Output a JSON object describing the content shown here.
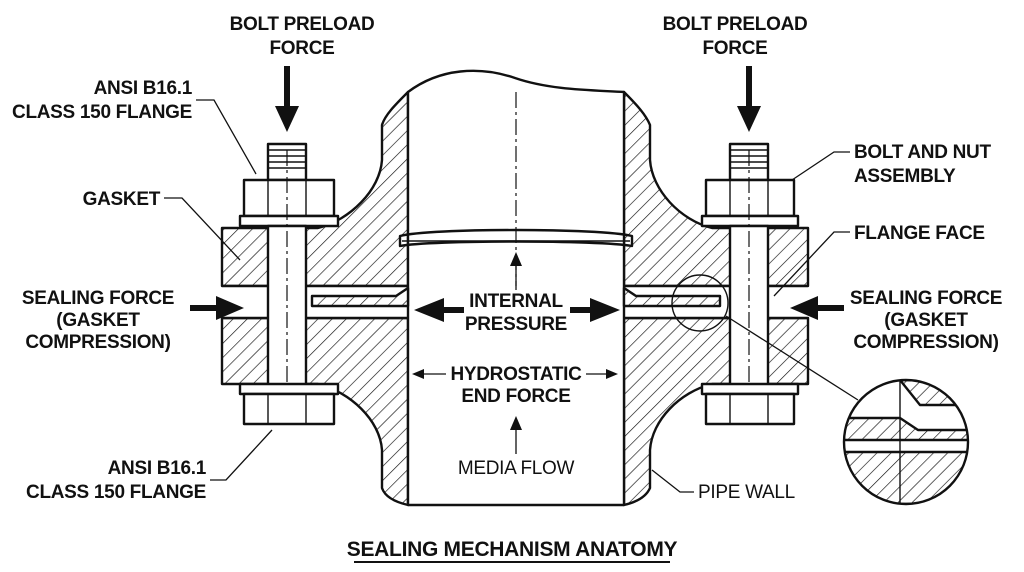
{
  "diagram": {
    "title": "SEALING MECHANISM ANATOMY",
    "labels": {
      "bolt_preload_left_1": "BOLT PRELOAD",
      "bolt_preload_left_2": "FORCE",
      "bolt_preload_right_1": "BOLT PRELOAD",
      "bolt_preload_right_2": "FORCE",
      "flange_top_1": "ANSI B16.1",
      "flange_top_2": "CLASS 150 FLANGE",
      "flange_bottom_1": "ANSI B16.1",
      "flange_bottom_2": "CLASS 150 FLANGE",
      "gasket": "GASKET",
      "bolt_nut_1": "BOLT AND NUT",
      "bolt_nut_2": "ASSEMBLY",
      "flange_face": "FLANGE FACE",
      "sealing_left_1": "SEALING FORCE",
      "sealing_left_2": "(GASKET",
      "sealing_left_3": "COMPRESSION)",
      "sealing_right_1": "SEALING FORCE",
      "sealing_right_2": "(GASKET",
      "sealing_right_3": "COMPRESSION)",
      "internal_pressure_1": "INTERNAL",
      "internal_pressure_2": "PRESSURE",
      "hydrostatic_1": "HYDROSTATIC",
      "hydrostatic_2": "END FORCE",
      "media_flow": "MEDIA FLOW",
      "pipe_wall": "PIPE WALL"
    }
  }
}
